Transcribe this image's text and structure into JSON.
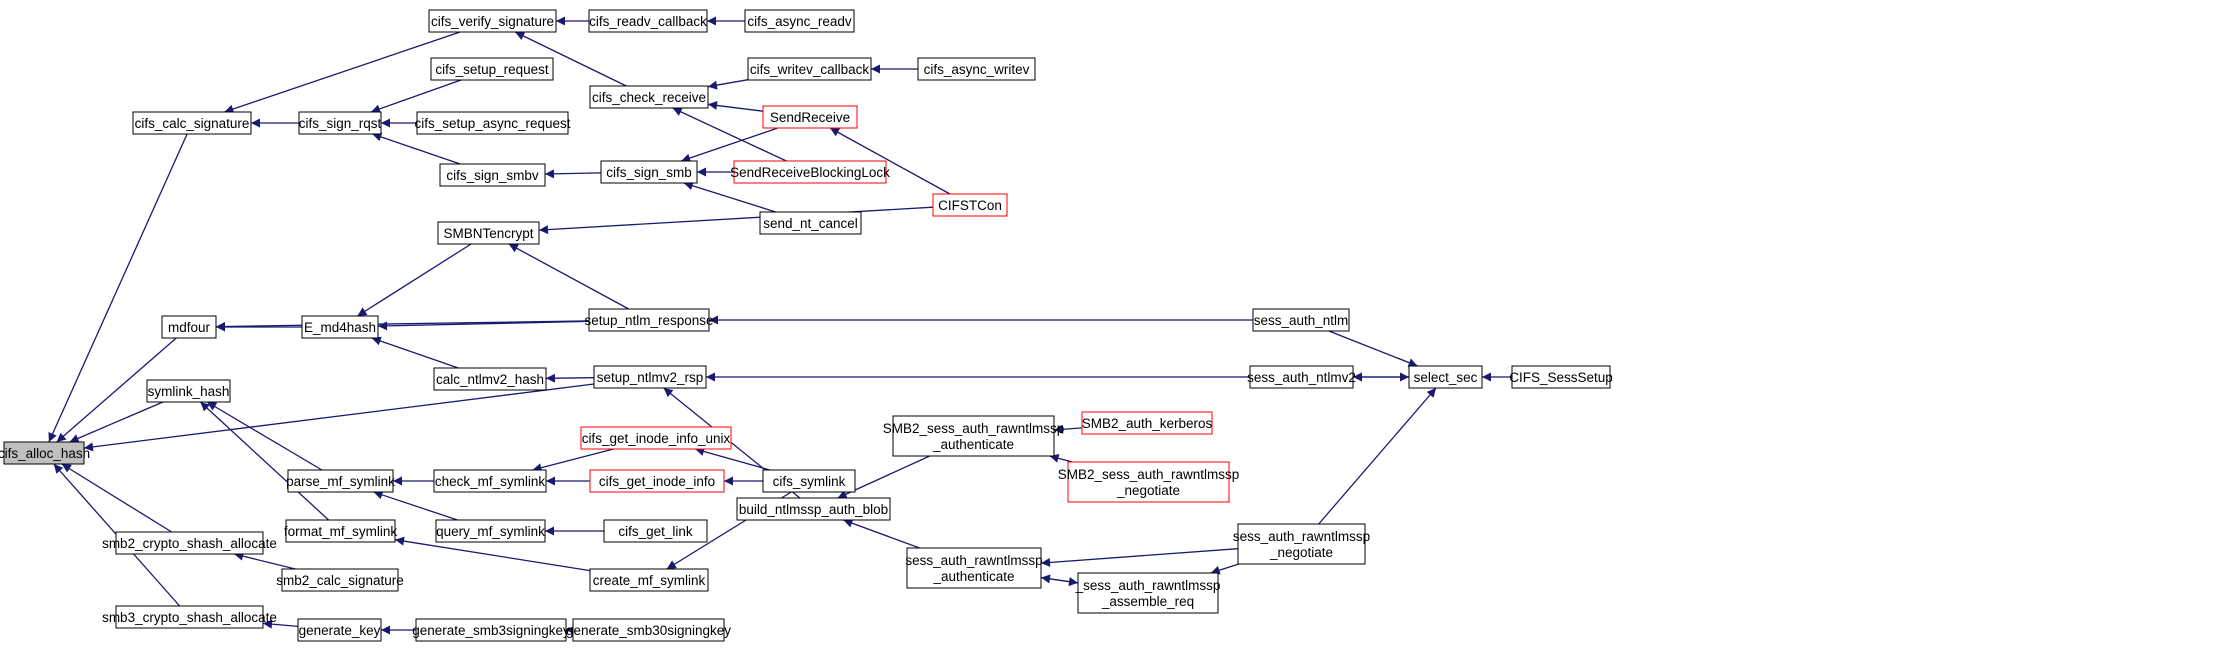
{
  "colors": {
    "edge": "#191970",
    "box_border": "#000000",
    "box_border_red": "#ff0000",
    "root_fill": "#bfbfbf",
    "box_fill": "#ffffff"
  },
  "nodes": [
    {
      "id": "cifs_alloc_hash",
      "label": "cifs_alloc_hash",
      "style": "root"
    },
    {
      "id": "cifs_calc_signature",
      "label": "cifs_calc_signature"
    },
    {
      "id": "mdfour",
      "label": "mdfour"
    },
    {
      "id": "symlink_hash",
      "label": "symlink_hash"
    },
    {
      "id": "smb2_crypto_shash_allocate",
      "label": "smb2_crypto_shash_allocate"
    },
    {
      "id": "smb3_crypto_shash_allocate",
      "label": "smb3_crypto_shash_allocate"
    },
    {
      "id": "cifs_verify_signature",
      "label": "cifs_verify_signature"
    },
    {
      "id": "cifs_sign_rqst",
      "label": "cifs_sign_rqst"
    },
    {
      "id": "cifs_setup_request",
      "label": "cifs_setup_request"
    },
    {
      "id": "cifs_setup_async_request",
      "label": "cifs_setup_async_request"
    },
    {
      "id": "cifs_sign_smbv",
      "label": "cifs_sign_smbv"
    },
    {
      "id": "SMBNTencrypt",
      "label": "SMBNTencrypt"
    },
    {
      "id": "E_md4hash",
      "label": "E_md4hash"
    },
    {
      "id": "calc_ntlmv2_hash",
      "label": "calc_ntlmv2_hash"
    },
    {
      "id": "parse_mf_symlink",
      "label": "parse_mf_symlink"
    },
    {
      "id": "format_mf_symlink",
      "label": "format_mf_symlink"
    },
    {
      "id": "smb2_calc_signature",
      "label": "smb2_calc_signature"
    },
    {
      "id": "generate_key",
      "label": "generate_key"
    },
    {
      "id": "cifs_readv_callback",
      "label": "cifs_readv_callback"
    },
    {
      "id": "cifs_check_receive",
      "label": "cifs_check_receive"
    },
    {
      "id": "cifs_sign_smb",
      "label": "cifs_sign_smb"
    },
    {
      "id": "setup_ntlm_response",
      "label": "setup_ntlm_response"
    },
    {
      "id": "setup_ntlmv2_rsp",
      "label": "setup_ntlmv2_rsp"
    },
    {
      "id": "check_mf_symlink",
      "label": "check_mf_symlink"
    },
    {
      "id": "query_mf_symlink",
      "label": "query_mf_symlink"
    },
    {
      "id": "create_mf_symlink",
      "label": "create_mf_symlink"
    },
    {
      "id": "generate_smb3signingkey",
      "label": "generate_smb3signingkey"
    },
    {
      "id": "cifs_async_readv",
      "label": "cifs_async_readv"
    },
    {
      "id": "cifs_writev_callback",
      "label": "cifs_writev_callback"
    },
    {
      "id": "SendReceive",
      "label": "SendReceive",
      "style": "red"
    },
    {
      "id": "SendReceiveBlockingLock",
      "label": "SendReceiveBlockingLock",
      "style": "red"
    },
    {
      "id": "send_nt_cancel",
      "label": "send_nt_cancel"
    },
    {
      "id": "cifs_get_inode_info_unix",
      "label": "cifs_get_inode_info_unix",
      "style": "red"
    },
    {
      "id": "cifs_get_inode_info",
      "label": "cifs_get_inode_info",
      "style": "red"
    },
    {
      "id": "cifs_get_link",
      "label": "cifs_get_link"
    },
    {
      "id": "generate_smb30signingkey",
      "label": "generate_smb30signingkey"
    },
    {
      "id": "build_ntlmssp_auth_blob",
      "label": "build_ntlmssp_auth_blob"
    },
    {
      "id": "cifs_symlink",
      "label": "cifs_symlink"
    },
    {
      "id": "cifs_async_writev",
      "label": "cifs_async_writev"
    },
    {
      "id": "CIFSTCon",
      "label": "CIFSTCon",
      "style": "red"
    },
    {
      "id": "SMB2_sess_auth_rawntlmssp_authenticate",
      "label": "SMB2_sess_auth_rawntlmssp\n_authenticate"
    },
    {
      "id": "sess_auth_rawntlmssp_authenticate",
      "label": "sess_auth_rawntlmssp\n_authenticate"
    },
    {
      "id": "SMB2_auth_kerberos",
      "label": "SMB2_auth_kerberos",
      "style": "red"
    },
    {
      "id": "SMB2_sess_auth_rawntlmssp_negotiate",
      "label": "SMB2_sess_auth_rawntlmssp\n_negotiate",
      "style": "red"
    },
    {
      "id": "_sess_auth_rawntlmssp_assemble_req",
      "label": "_sess_auth_rawntlmssp\n_assemble_req"
    },
    {
      "id": "sess_auth_ntlm",
      "label": "sess_auth_ntlm"
    },
    {
      "id": "sess_auth_ntlmv2",
      "label": "sess_auth_ntlmv2"
    },
    {
      "id": "sess_auth_rawntlmssp_negotiate",
      "label": "sess_auth_rawntlmssp\n_negotiate"
    },
    {
      "id": "select_sec",
      "label": "select_sec"
    },
    {
      "id": "CIFS_SessSetup",
      "label": "CIFS_SessSetup"
    }
  ],
  "edges": [
    [
      "cifs_calc_signature",
      "cifs_alloc_hash"
    ],
    [
      "mdfour",
      "cifs_alloc_hash"
    ],
    [
      "setup_ntlmv2_rsp",
      "cifs_alloc_hash"
    ],
    [
      "symlink_hash",
      "cifs_alloc_hash"
    ],
    [
      "smb2_crypto_shash_allocate",
      "cifs_alloc_hash"
    ],
    [
      "smb3_crypto_shash_allocate",
      "cifs_alloc_hash"
    ],
    [
      "cifs_verify_signature",
      "cifs_calc_signature"
    ],
    [
      "cifs_sign_rqst",
      "cifs_calc_signature"
    ],
    [
      "cifs_setup_request",
      "cifs_sign_rqst"
    ],
    [
      "cifs_setup_async_request",
      "cifs_sign_rqst"
    ],
    [
      "cifs_sign_smbv",
      "cifs_sign_rqst"
    ],
    [
      "cifs_readv_callback",
      "cifs_verify_signature"
    ],
    [
      "cifs_check_receive",
      "cifs_verify_signature"
    ],
    [
      "cifs_async_readv",
      "cifs_readv_callback"
    ],
    [
      "cifs_writev_callback",
      "cifs_check_receive"
    ],
    [
      "SendReceive",
      "cifs_check_receive"
    ],
    [
      "SendReceiveBlockingLock",
      "cifs_check_receive"
    ],
    [
      "cifs_async_writev",
      "cifs_writev_callback"
    ],
    [
      "cifs_sign_smb",
      "cifs_sign_smbv"
    ],
    [
      "SendReceive",
      "cifs_sign_smb"
    ],
    [
      "SendReceiveBlockingLock",
      "cifs_sign_smb"
    ],
    [
      "send_nt_cancel",
      "cifs_sign_smb"
    ],
    [
      "CIFSTCon",
      "SendReceive"
    ],
    [
      "setup_ntlm_response",
      "mdfour"
    ],
    [
      "E_md4hash",
      "mdfour"
    ],
    [
      "SMBNTencrypt",
      "E_md4hash"
    ],
    [
      "setup_ntlm_response",
      "E_md4hash"
    ],
    [
      "calc_ntlmv2_hash",
      "E_md4hash"
    ],
    [
      "CIFSTCon",
      "SMBNTencrypt"
    ],
    [
      "setup_ntlm_response",
      "SMBNTencrypt"
    ],
    [
      "sess_auth_ntlm",
      "setup_ntlm_response"
    ],
    [
      "setup_ntlmv2_rsp",
      "calc_ntlmv2_hash"
    ],
    [
      "sess_auth_ntlmv2",
      "setup_ntlmv2_rsp"
    ],
    [
      "build_ntlmssp_auth_blob",
      "setup_ntlmv2_rsp"
    ],
    [
      "SMB2_sess_auth_rawntlmssp_authenticate",
      "build_ntlmssp_auth_blob"
    ],
    [
      "sess_auth_rawntlmssp_authenticate",
      "build_ntlmssp_auth_blob"
    ],
    [
      "SMB2_auth_kerberos",
      "SMB2_sess_auth_rawntlmssp_authenticate"
    ],
    [
      "SMB2_sess_auth_rawntlmssp_negotiate",
      "SMB2_sess_auth_rawntlmssp_authenticate"
    ],
    [
      "sess_auth_rawntlmssp_negotiate",
      "sess_auth_rawntlmssp_authenticate"
    ],
    [
      "_sess_auth_rawntlmssp_assemble_req",
      "sess_auth_rawntlmssp_authenticate"
    ],
    [
      "sess_auth_rawntlmssp_authenticate",
      "_sess_auth_rawntlmssp_assemble_req"
    ],
    [
      "sess_auth_rawntlmssp_negotiate",
      "_sess_auth_rawntlmssp_assemble_req"
    ],
    [
      "sess_auth_ntlm",
      "select_sec"
    ],
    [
      "sess_auth_ntlmv2",
      "select_sec"
    ],
    [
      "sess_auth_rawntlmssp_negotiate",
      "select_sec"
    ],
    [
      "select_sec",
      "sess_auth_ntlmv2"
    ],
    [
      "CIFS_SessSetup",
      "select_sec"
    ],
    [
      "parse_mf_symlink",
      "symlink_hash"
    ],
    [
      "format_mf_symlink",
      "symlink_hash"
    ],
    [
      "check_mf_symlink",
      "parse_mf_symlink"
    ],
    [
      "query_mf_symlink",
      "parse_mf_symlink"
    ],
    [
      "create_mf_symlink",
      "format_mf_symlink"
    ],
    [
      "cifs_get_inode_info_unix",
      "check_mf_symlink"
    ],
    [
      "cifs_get_inode_info",
      "check_mf_symlink"
    ],
    [
      "cifs_symlink",
      "cifs_get_inode_info_unix"
    ],
    [
      "cifs_symlink",
      "cifs_get_inode_info"
    ],
    [
      "cifs_get_link",
      "query_mf_symlink"
    ],
    [
      "cifs_symlink",
      "create_mf_symlink"
    ],
    [
      "smb2_calc_signature",
      "smb2_crypto_shash_allocate"
    ],
    [
      "generate_key",
      "smb3_crypto_shash_allocate"
    ],
    [
      "generate_smb3signingkey",
      "generate_key"
    ],
    [
      "generate_smb30signingkey",
      "generate_smb3signingkey"
    ]
  ]
}
